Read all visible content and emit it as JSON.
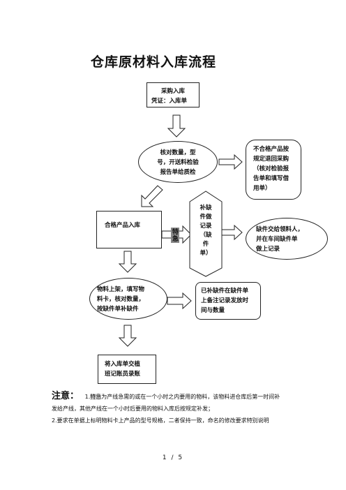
{
  "title": "仓库原材料入库流程",
  "nodes": {
    "purchase": {
      "line1": "采购入库",
      "line2": "凭证：入库单"
    },
    "check": {
      "line1": "核对数量，型",
      "line2": "号，开送料检验",
      "line3": "报告单给质检"
    },
    "reject": {
      "line1": "不合格产品按",
      "line2": "规定退回采购",
      "line3": "（核对检验报",
      "line4": "告单和填写借",
      "line5": "用单）"
    },
    "qualified": {
      "label": "合格产品入库"
    },
    "urgent": {
      "label": "特急"
    },
    "supplement": {
      "line1": "补缺",
      "line2": "件做",
      "line3": "记录",
      "line4": "（缺",
      "line5": "件",
      "line6": "单）"
    },
    "handover": {
      "line1": "缺件交给领料人，",
      "line2": "并在车间缺件单",
      "line3": "做上记录"
    },
    "shelve": {
      "line1": "物料上架，填写物",
      "line2": "料卡，核对数量，",
      "line3": "按缺件单补缺件"
    },
    "recorded": {
      "line1": "已补缺件在缺件单",
      "line2": "上备注记录发放时",
      "line3": "间与数量"
    },
    "ledger": {
      "line1": "将入库单交植",
      "line2": "班记账员录账"
    }
  },
  "notes": {
    "head": "注意：",
    "item1_num": "1.",
    "item1_hl": "特急",
    "item1_a": "为产线急需的或在一个小时之内要用的物料，该物料进仓库后第一时间补",
    "item1_b": "发给产线，其他产线在一个小时后要用的物料入库后按规定补发；",
    "item2": "2.要求在单据上标明物料卡上产品的型号规格，二者保持一致，命名的修改要求特别说明"
  },
  "page": {
    "label": "1 / 5"
  }
}
